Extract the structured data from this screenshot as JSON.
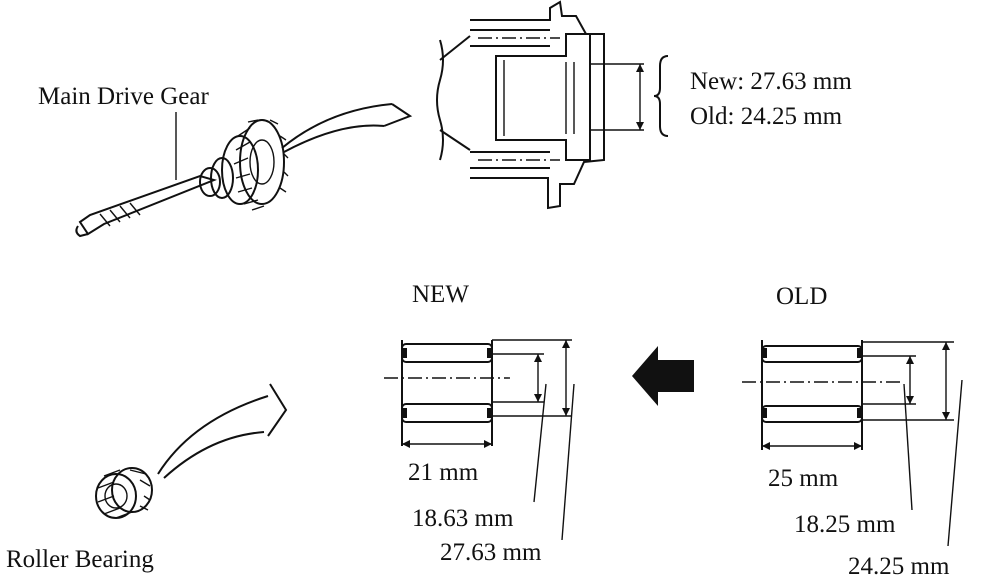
{
  "labels": {
    "main_drive_gear": "Main Drive Gear",
    "roller_bearing": "Roller Bearing",
    "new_spec": "New: 27.63 mm",
    "old_spec": "Old:   24.25 mm",
    "new_heading": "NEW",
    "old_heading": "OLD",
    "new_width": "21 mm",
    "new_inner": "18.63 mm",
    "new_outer": "27.63 mm",
    "old_width": "25 mm",
    "old_inner": "18.25 mm",
    "old_outer": "24.25 mm"
  },
  "icons": {
    "direction_arrow": "left-arrow-icon"
  },
  "colors": {
    "ink": "#111111",
    "background": "#ffffff"
  }
}
